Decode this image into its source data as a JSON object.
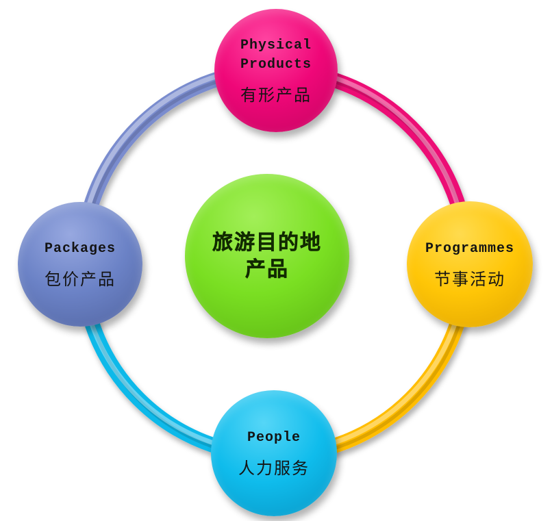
{
  "diagram": {
    "background_color": "#FFFFFF",
    "text_color": "#141414",
    "center_node": {
      "id": "tourism-destination-products",
      "label_zh": "旅游目的地\n产品",
      "color": "#7ADF22"
    },
    "nodes": [
      {
        "id": "physical-products",
        "position": "top",
        "label_en": "Physical\nProducts",
        "label_zh": "有形产品",
        "color": "#EF0778"
      },
      {
        "id": "programmes",
        "position": "right",
        "label_en": "Programmes",
        "label_zh": "节事活动",
        "color": "#FFC607"
      },
      {
        "id": "people",
        "position": "bottom",
        "label_en": "People",
        "label_zh": "人力服务",
        "color": "#0FBCEC"
      },
      {
        "id": "packages",
        "position": "left",
        "label_en": "Packages",
        "label_zh": "包价产品",
        "color": "#6B82C6"
      }
    ],
    "ring_arcs": [
      {
        "from": "packages",
        "to": "physical-products",
        "quadrant": "top-left",
        "color": "#7A8CCE"
      },
      {
        "from": "physical-products",
        "to": "programmes",
        "quadrant": "top-right",
        "color": "#EC0775"
      },
      {
        "from": "programmes",
        "to": "people",
        "quadrant": "bottom-right",
        "color": "#FFBD00"
      },
      {
        "from": "people",
        "to": "packages",
        "quadrant": "bottom-left",
        "color": "#10B9E9"
      }
    ]
  }
}
